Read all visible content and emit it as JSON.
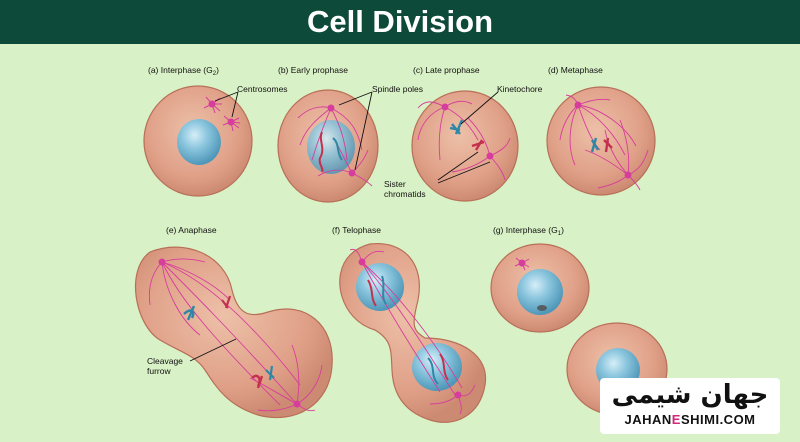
{
  "header": {
    "title": "Cell Division"
  },
  "stages": {
    "a": {
      "prefix": "(a) Interphase (G",
      "sub": "2",
      "suffix": ")"
    },
    "b": {
      "label": "(b) Early prophase"
    },
    "c": {
      "label": "(c) Late prophase"
    },
    "d": {
      "label": "(d) Metaphase"
    },
    "e": {
      "label": "(e) Anaphase"
    },
    "f": {
      "label": "(f) Telophase"
    },
    "g": {
      "prefix": "(g) Interphase (G",
      "sub": "1",
      "suffix": ")"
    }
  },
  "callouts": {
    "centrosomes": "Centrosomes",
    "spindle_poles": "Spindle poles",
    "kinetochore": "Kinetochore",
    "sister_1": "Sister",
    "sister_2": "chromatids",
    "cleavage_1": "Cleavage",
    "cleavage_2": "furrow"
  },
  "watermark": {
    "script": "جهان شیمی",
    "name_part1": "JAHAN",
    "name_e": "E",
    "name_part2": "SHIMI.COM"
  },
  "colors": {
    "header_bg": "#0d4a39",
    "background": "#d9f1c6",
    "cytoplasm": "#e0a088",
    "cell_outline": "#b86f58",
    "nucleus": "#6ab1cf",
    "spindle": "#d63d9c",
    "chromatid_blue": "#2f87a6",
    "chromatid_red": "#c4314f"
  }
}
